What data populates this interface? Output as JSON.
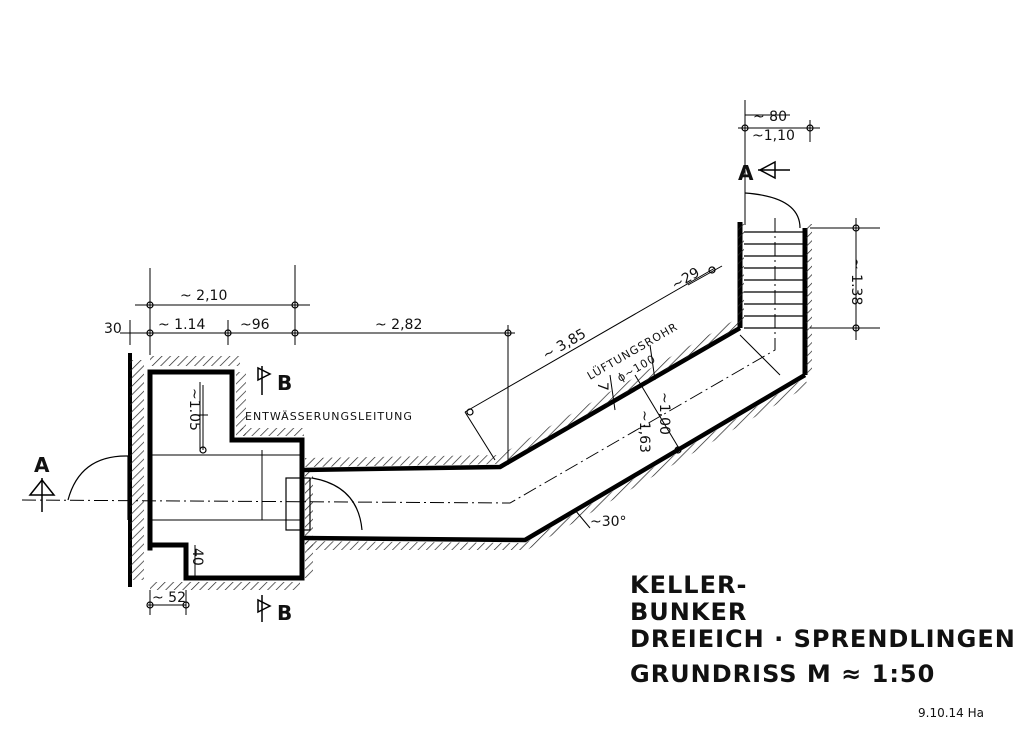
{
  "title": {
    "line1": "KELLER-",
    "line2": "BUNKER",
    "line3": "DREIEICH · SPRENDLINGEN",
    "line4": "GRUNDRISS M ≈ 1:50"
  },
  "date": "9.10.14 Ha",
  "sections": {
    "a_left": "A",
    "a_right": "A",
    "b_top": "B",
    "b_bottom": "B"
  },
  "labels": {
    "drainage": "ENTWÄSSERUNGSLEITUNG",
    "vent_line1": "LÜFTUNGSROHR",
    "vent_line2": "ϕ~100",
    "angle": "~30°"
  },
  "dimensions": {
    "d_30": "30",
    "d_210": "~ 2,10",
    "d_114": "~ 1.14",
    "d_96": "~96",
    "d_282": "~ 2,82",
    "d_385": "~ 3,85",
    "d_29": "~29",
    "d_80": "~ 80",
    "d_110": "~1,10",
    "d_138": "~ 1.38",
    "d_105": "~1.05",
    "d_100": "~1,00",
    "d_163": "~1,63",
    "d_40": "40",
    "d_52": "~ 52",
    "d_7": "7"
  }
}
